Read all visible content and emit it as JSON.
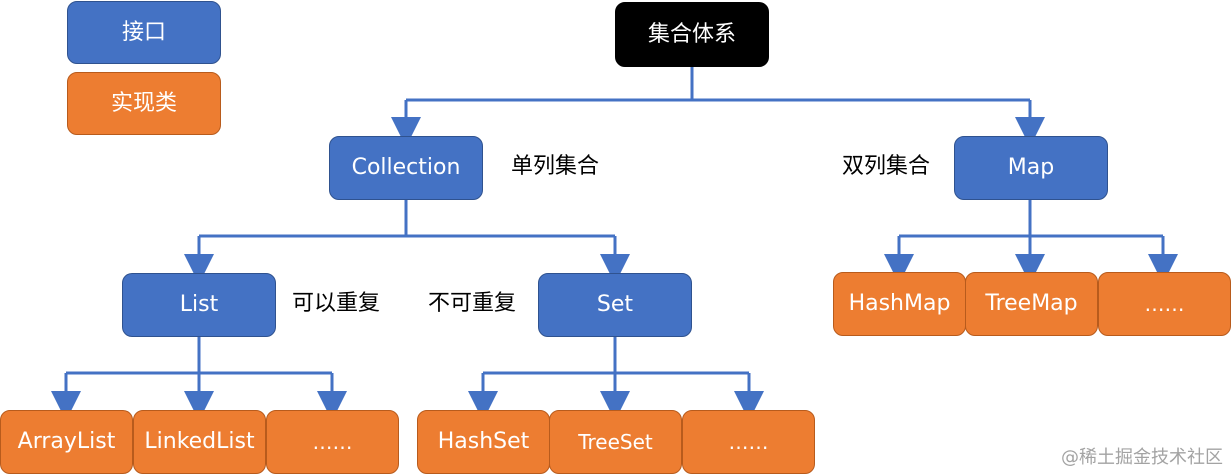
{
  "colors": {
    "interface": "#4472c4",
    "implementation": "#ed7d31",
    "root": "#000000",
    "arrow": "#4472c4"
  },
  "legend": {
    "interface": "接口",
    "implementation": "实现类"
  },
  "root": "集合体系",
  "collection": {
    "title": "Collection",
    "note": "单列集合"
  },
  "map": {
    "title": "Map",
    "note": "双列集合",
    "children": [
      "HashMap",
      "TreeMap",
      "……"
    ]
  },
  "list": {
    "title": "List",
    "note": "可以重复",
    "children": [
      "ArrayList",
      "LinkedList",
      "……"
    ]
  },
  "set": {
    "title": "Set",
    "note": "不可重复",
    "children": [
      "HashSet",
      "TreeSet",
      "……"
    ]
  },
  "watermark": "@稀土掘金技术社区"
}
